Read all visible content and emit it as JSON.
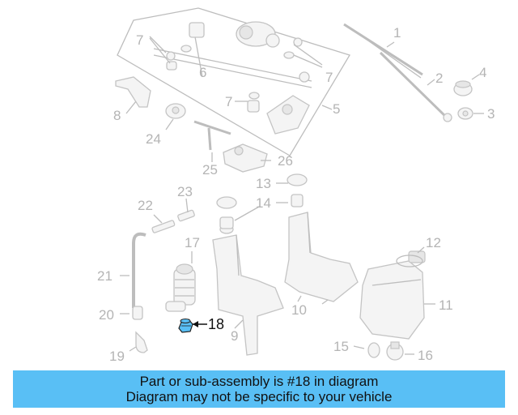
{
  "callouts": {
    "c1": "1",
    "c2": "2",
    "c3": "3",
    "c4": "4",
    "c5": "5",
    "c6": "6",
    "c7a": "7",
    "c7b": "7",
    "c7c": "7",
    "c8": "8",
    "c9": "9",
    "c10": "10",
    "c11": "11",
    "c12": "12",
    "c13": "13",
    "c14": "14",
    "c15": "15",
    "c16": "16",
    "c17": "17",
    "c18": "18",
    "c19": "19",
    "c20": "20",
    "c21": "21",
    "c22": "22",
    "c23": "23",
    "c24": "24",
    "c25": "25",
    "c26": "26"
  },
  "highlight_color": "#59bff5",
  "banner": {
    "line1": "Part or sub-assembly is #18 in diagram",
    "line2": "Diagram may not be specific to your vehicle",
    "color": "#59bff5"
  }
}
